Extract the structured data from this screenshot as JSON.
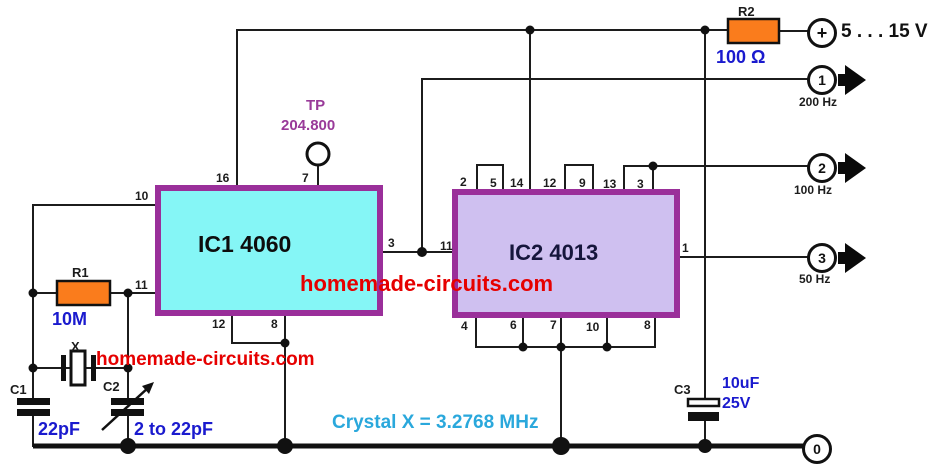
{
  "ics": {
    "ic1": {
      "label": "IC1 4060",
      "pins": {
        "top": [
          "16",
          "7"
        ],
        "left": [
          "10",
          "11"
        ],
        "right": [
          "3"
        ],
        "bottom": [
          "12",
          "8"
        ]
      }
    },
    "ic2": {
      "label": "IC2 4013",
      "pins": {
        "top": [
          "2",
          "5",
          "14",
          "12",
          "9",
          "13",
          "3"
        ],
        "left": [
          "11"
        ],
        "right": [
          "1"
        ],
        "bottom": [
          "4",
          "6",
          "7",
          "10",
          "8"
        ]
      }
    }
  },
  "components": {
    "r1": {
      "label": "R1",
      "value": "10M"
    },
    "r2": {
      "label": "R2",
      "value": "100 Ω"
    },
    "c1": {
      "label": "C1",
      "value": "22pF"
    },
    "c2": {
      "label": "C2",
      "value": "2 to 22pF"
    },
    "c3": {
      "label": "C3",
      "value": "10uF",
      "rating": "25V"
    },
    "crystal": {
      "label": "X"
    }
  },
  "test_point": {
    "label": "TP",
    "frequency": "204.800"
  },
  "supply": {
    "terminal_symbol": "+",
    "voltage_range": "5 . . . 15 V"
  },
  "outputs": [
    {
      "terminal": "1",
      "frequency": "200 Hz"
    },
    {
      "terminal": "2",
      "frequency": "100 Hz"
    },
    {
      "terminal": "3",
      "frequency": "50 Hz"
    }
  ],
  "ground_terminal": "0",
  "annotations": {
    "crystal_note": "Crystal X = 3.2768 MHz",
    "watermark_center": "homemade-circuits.com",
    "watermark_bottom": "homemade-circuits.com"
  },
  "colors": {
    "resistor_fill": "#fa7c1c",
    "ic1_fill": "#85f6f6",
    "ic2_fill": "#cfc0f0",
    "ic_border": "#9a2f9a",
    "value_blue": "#1a1ace",
    "note_cyan": "#2aa8dc",
    "tp_purple": "#993a99",
    "watermark_red": "#e60000"
  }
}
